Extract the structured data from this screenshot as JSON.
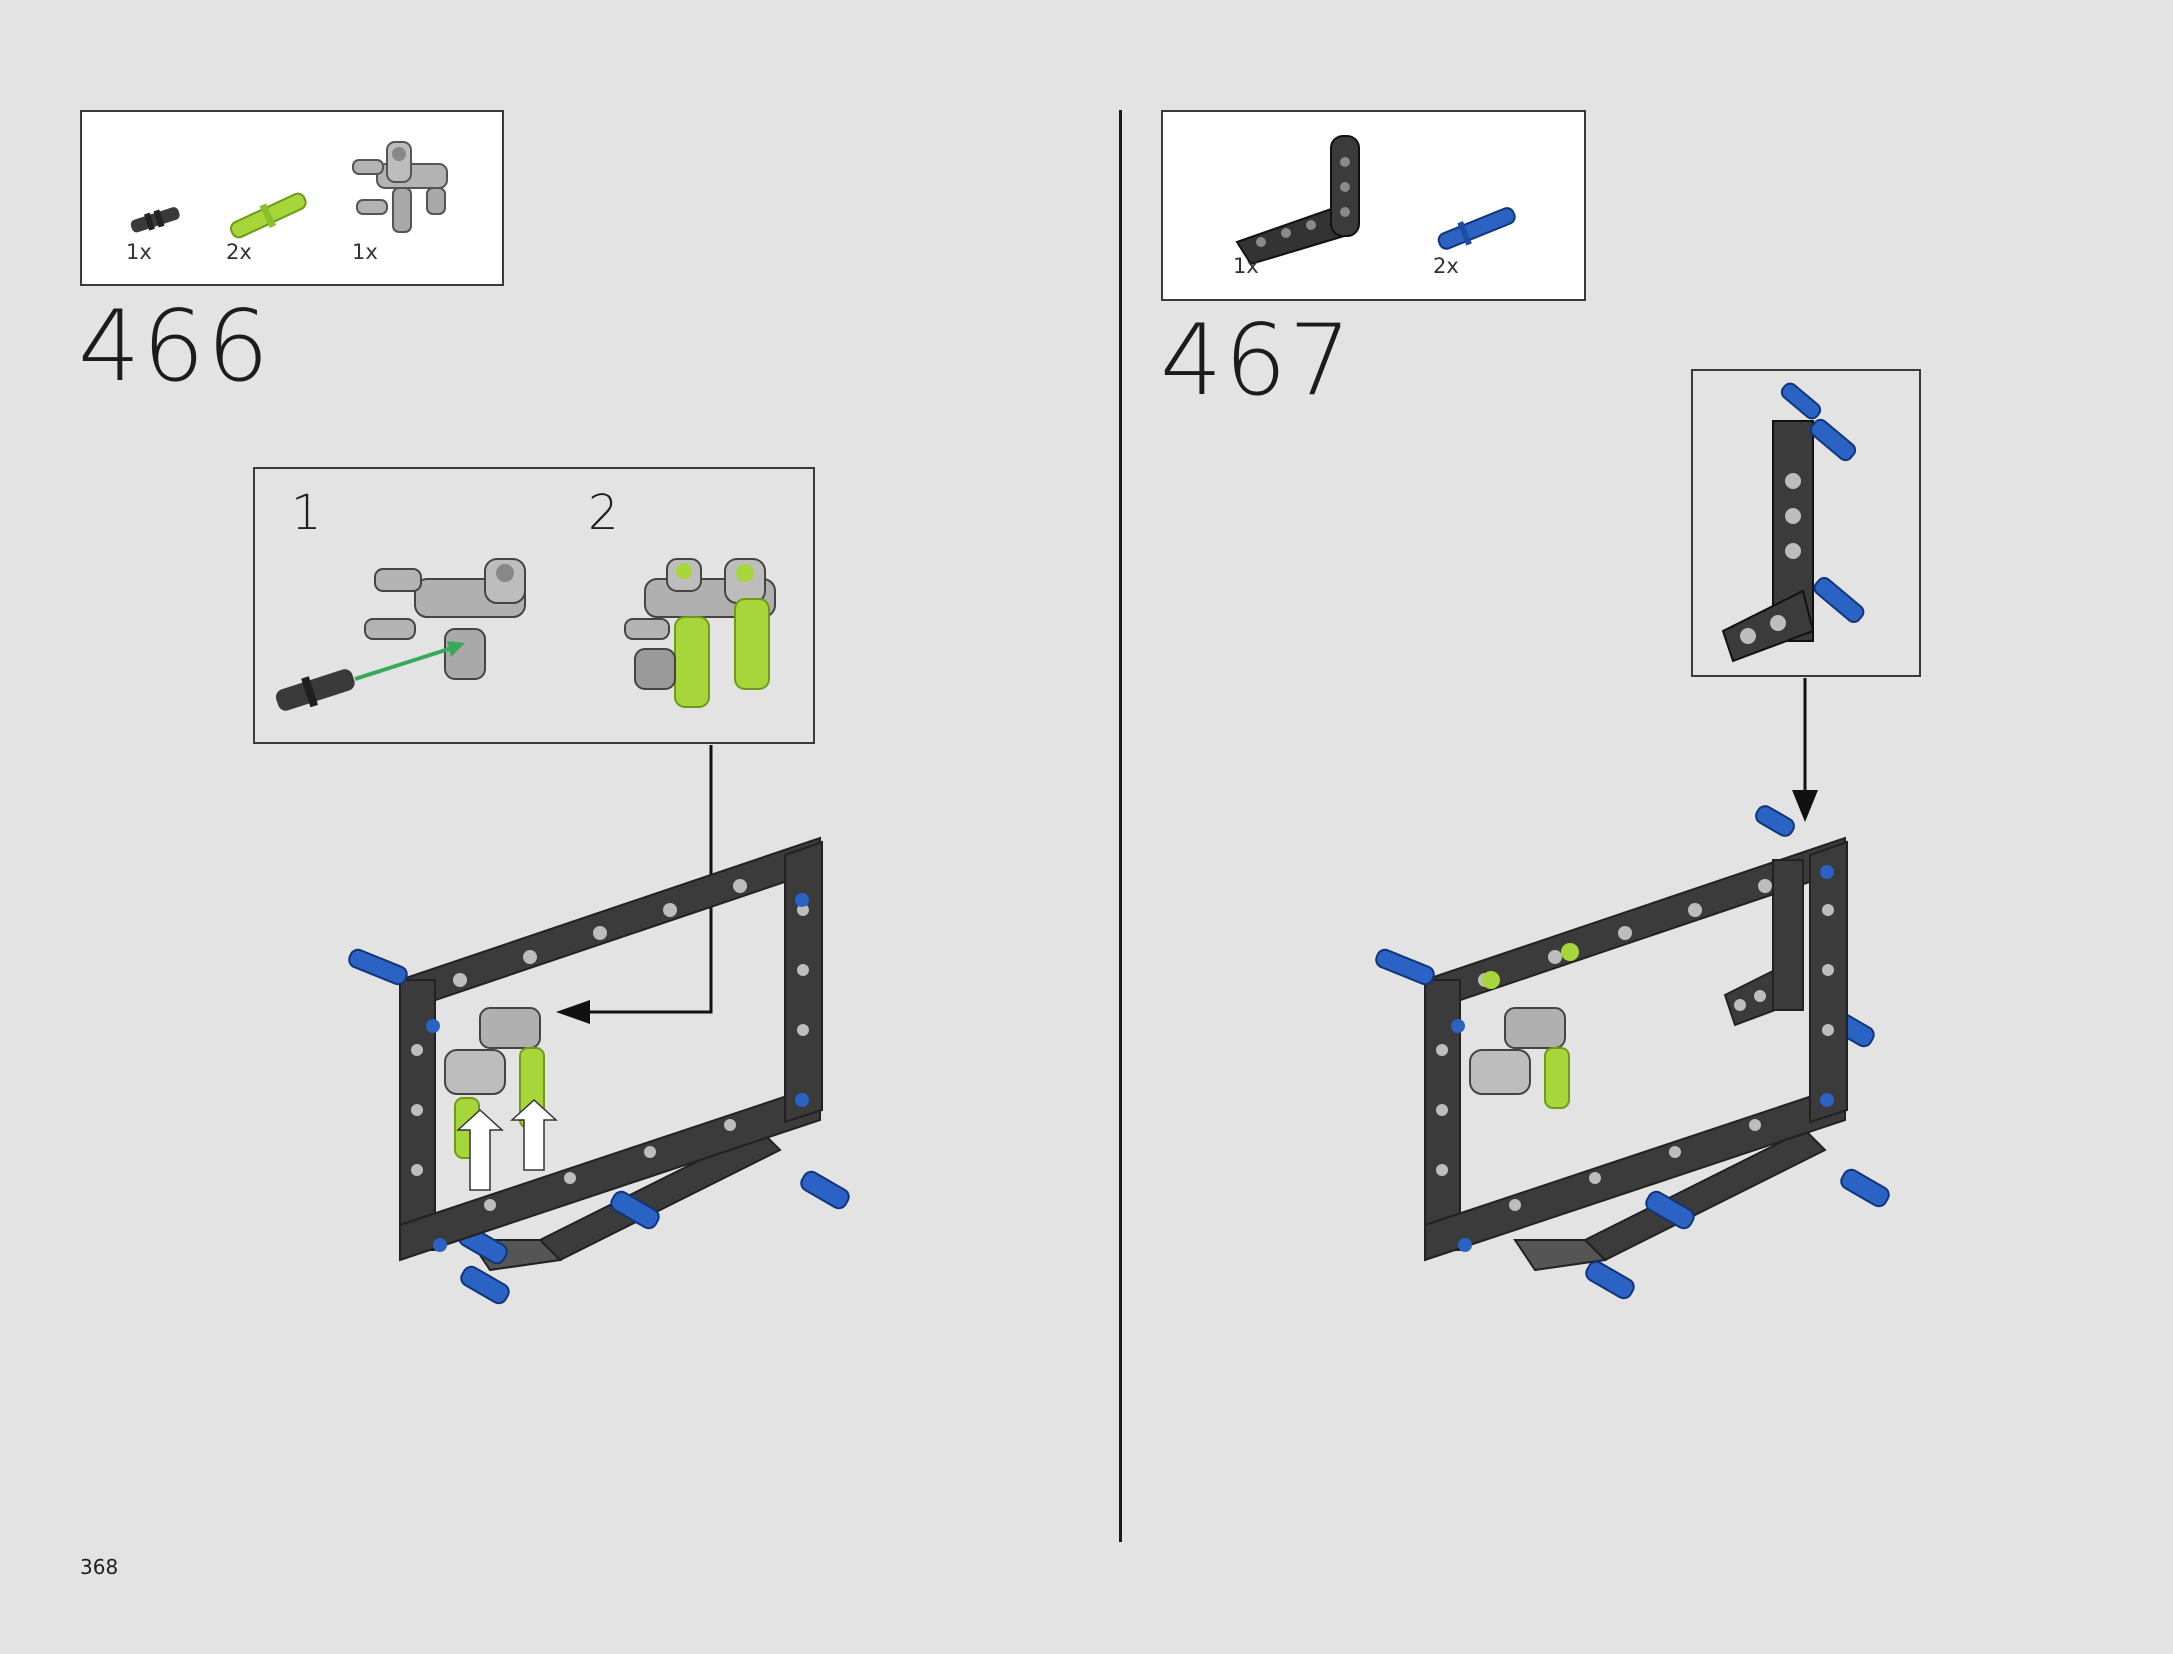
{
  "page": {
    "number": "368"
  },
  "steps": [
    {
      "number": "466",
      "parts": [
        {
          "qty": "1x",
          "icon": "black-axle-pin-icon"
        },
        {
          "qty": "2x",
          "icon": "lime-axle-pin-icon"
        },
        {
          "qty": "1x",
          "icon": "gray-axle-connector-icon"
        }
      ],
      "callout": {
        "substeps": [
          "1",
          "2"
        ]
      }
    },
    {
      "number": "467",
      "parts": [
        {
          "qty": "1x",
          "icon": "black-l-beam-icon"
        },
        {
          "qty": "2x",
          "icon": "blue-pin-icon"
        }
      ]
    }
  ],
  "colors": {
    "background": "#e3e3e3",
    "frame": "#3b3b3b",
    "gray_part": "#a9a9a9",
    "lime_part": "#a6d63a",
    "blue_pin": "#2a63c4",
    "arrow_green": "#3aa85a"
  }
}
